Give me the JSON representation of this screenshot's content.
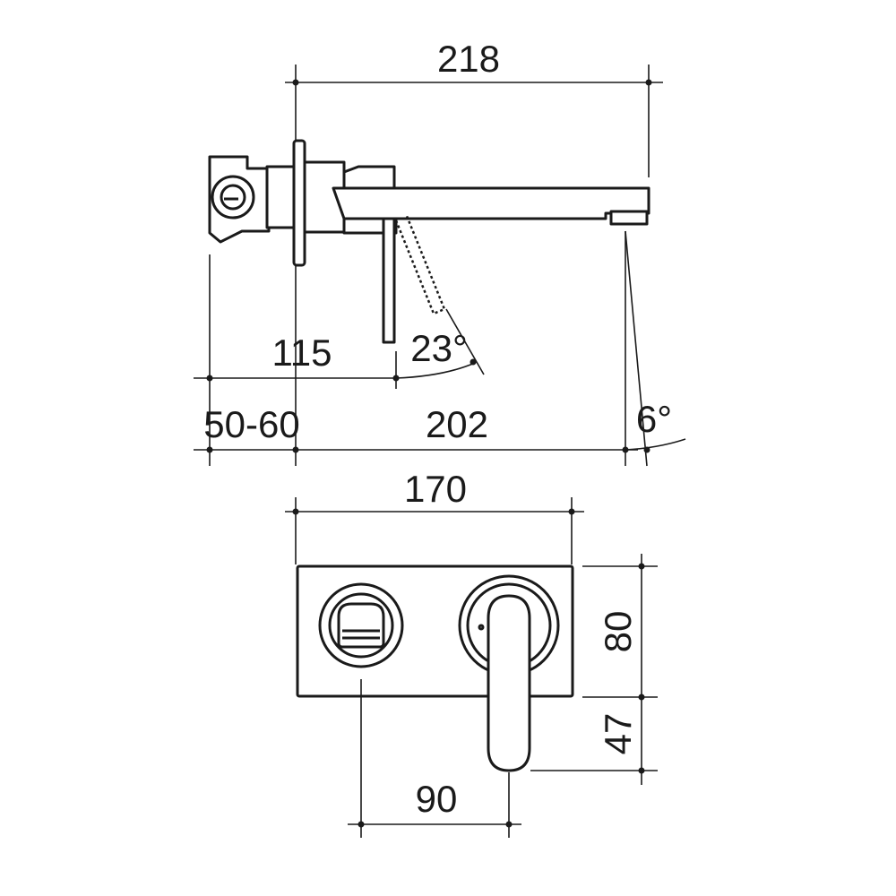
{
  "dimensions": {
    "overall_length": "218",
    "lever_offset": "115",
    "lever_angle": "23°",
    "wall_depth": "50-60",
    "spout_reach": "202",
    "spout_angle": "6°",
    "plate_width": "170",
    "plate_height": "80",
    "lever_drop": "47",
    "centres": "90"
  },
  "colors": {
    "line": "#1a1a1a",
    "background": "#ffffff"
  }
}
